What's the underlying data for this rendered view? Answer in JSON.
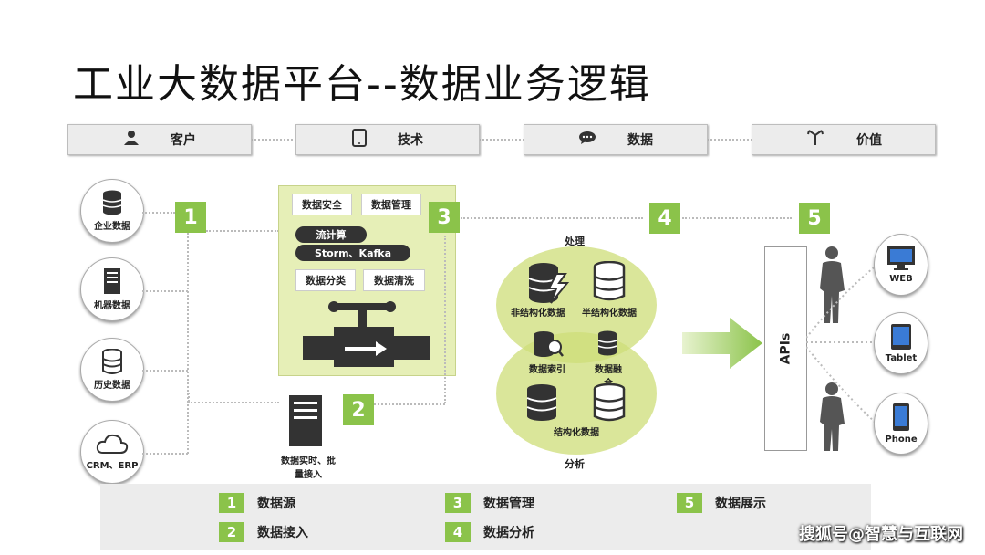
{
  "title": "工业大数据平台--数据业务逻辑",
  "headers": [
    {
      "label": "客户",
      "icon": "person-icon"
    },
    {
      "label": "技术",
      "icon": "tablet-icon"
    },
    {
      "label": "数据",
      "icon": "chat-bubble-icon"
    },
    {
      "label": "价值",
      "icon": "value-arrows-icon"
    }
  ],
  "sources": [
    {
      "label": "企业数据",
      "icon": "database-icon"
    },
    {
      "label": "机器数据",
      "icon": "server-icon"
    },
    {
      "label": "历史数据",
      "icon": "database-icon"
    },
    {
      "label": "CRM、ERP",
      "icon": "cloud-icon"
    }
  ],
  "steps": [
    "1",
    "2",
    "3",
    "4",
    "5"
  ],
  "tech": {
    "security": "数据安全",
    "management": "数据管理",
    "stream": "流计算",
    "engines": "Storm、Kafka",
    "classify": "数据分类",
    "clean": "数据清洗"
  },
  "ingest": {
    "label_line1": "数据实时、批",
    "label_line2": "量接入"
  },
  "data": {
    "process": "处理",
    "unstructured": "非结构化数据",
    "semistructured": "半结构化数据",
    "index": "数据索引",
    "fusion_line1": "数据融",
    "fusion_line2": "合",
    "structured": "结构化数据",
    "analysis": "分析"
  },
  "apis": "APIs",
  "devices": [
    {
      "label": "WEB",
      "icon": "monitor-icon"
    },
    {
      "label": "Tablet",
      "icon": "tablet-icon"
    },
    {
      "label": "Phone",
      "icon": "phone-icon"
    }
  ],
  "legend": [
    {
      "num": "1",
      "label": "数据源"
    },
    {
      "num": "2",
      "label": "数据接入"
    },
    {
      "num": "3",
      "label": "数据管理"
    },
    {
      "num": "4",
      "label": "数据分析"
    },
    {
      "num": "5",
      "label": "数据展示"
    }
  ],
  "watermark": "搜狐号@智慧与互联网",
  "colors": {
    "accent_green": "#8bc34a",
    "tech_bg": "#e6efb7",
    "ellipse": "#cdde78"
  }
}
